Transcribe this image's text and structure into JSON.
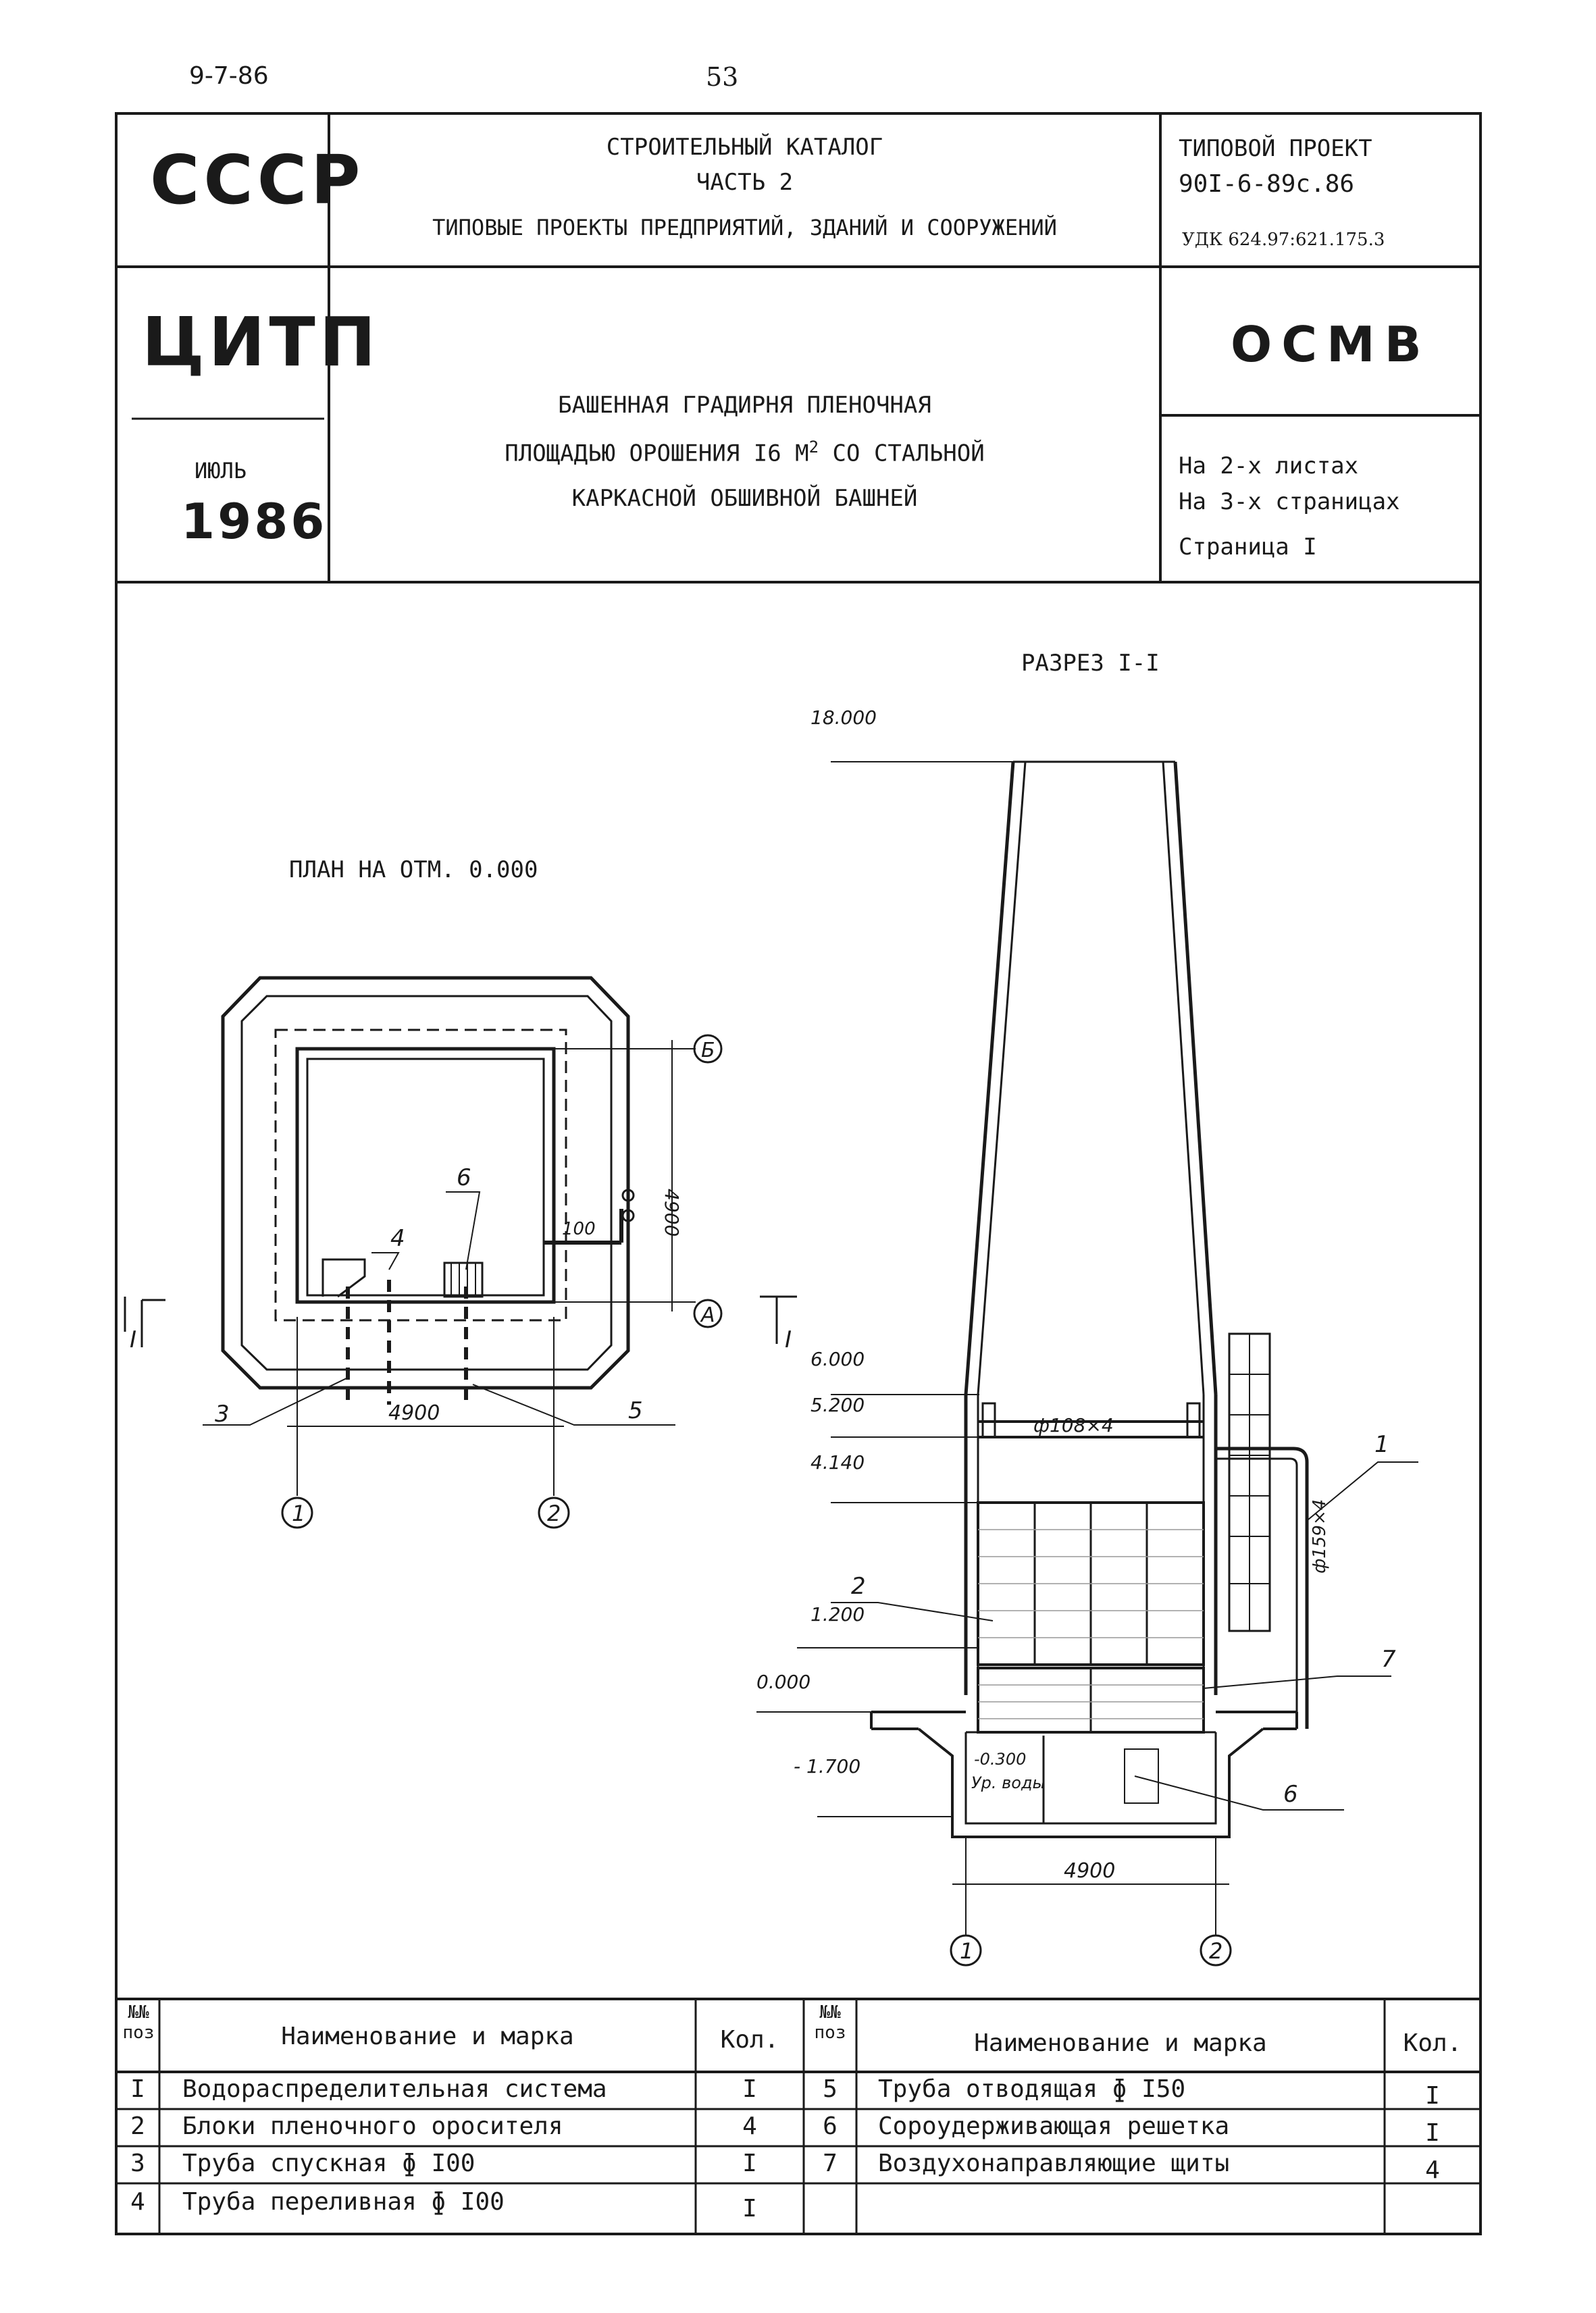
{
  "page": {
    "date": "9-7-86",
    "number": "53"
  },
  "header": {
    "org1": "СССР",
    "org2": "ЦИТП",
    "month": "ИЮЛЬ",
    "year": "1986",
    "catalog_line1": "СТРОИТЕЛЬНЫЙ КАТАЛОГ",
    "catalog_line2": "ЧАСТЬ 2",
    "catalog_line3": "ТИПОВЫЕ ПРОЕКТЫ ПРЕДПРИЯТИЙ, ЗДАНИЙ И СООРУЖЕНИЙ",
    "project_label": "ТИПОВОЙ ПРОЕКТ",
    "project_code": "90I-6-89с.86",
    "udk": "УДК 624.97:621.175.3",
    "code": "ОСМВ",
    "title_line1": "БАШЕННАЯ ГРАДИРНЯ ПЛЕНОЧНАЯ",
    "title_line2_pre": "ПЛОЩАДЬЮ ОРОШЕНИЯ I6 М",
    "title_line2_sup": "2",
    "title_line2_post": " СО СТАЛЬНОЙ",
    "title_line3": "КАРКАСНОЙ ОБШИВНОЙ БАШНЕЙ",
    "sheets": "На 2-х листах",
    "pages": "На 3-х страницах",
    "page_label": "Страница I"
  },
  "drawing": {
    "plan_title": "ПЛАН НА ОТМ. 0.000",
    "section_title": "РАЗРЕЗ I-I",
    "plan_labels": {
      "axisA": "А",
      "axisB": "Б",
      "axis1": "1",
      "axis2": "2",
      "dim_h": "4900",
      "dim_v": "4900",
      "dim_100": "100",
      "cut_left": "I",
      "cut_right": "I",
      "pos3": "3",
      "pos4": "4",
      "pos5": "5",
      "pos6": "6"
    },
    "section_labels": {
      "lvl_18": "18.000",
      "lvl_6": "6.000",
      "lvl_52": "5.200",
      "lvl_414": "4.140",
      "lvl_12": "1.200",
      "lvl_0": "0.000",
      "lvl_m17": "- 1.700",
      "lvl_m03": "-0.300",
      "water": "Ур. воды",
      "pipe_108": "ф108×4",
      "pipe_159": "ф159×4",
      "dim_4900": "4900",
      "axis1": "1",
      "axis2": "2",
      "pos1": "1",
      "pos2": "2",
      "pos6": "6",
      "pos7": "7"
    }
  },
  "spec": {
    "headers": {
      "pos": "№№ поз",
      "name": "Наименование и марка",
      "qty": "Кол."
    },
    "left": [
      {
        "pos": "I",
        "name": "Водораспределительная система",
        "qty": "I"
      },
      {
        "pos": "2",
        "name": "Блоки пленочного оросителя",
        "qty": "4"
      },
      {
        "pos": "3",
        "name": "Труба спускная ɸ I00",
        "qty": "I"
      },
      {
        "pos": "4",
        "name": "Труба переливная ɸ I00",
        "qty": "I"
      }
    ],
    "right": [
      {
        "pos": "5",
        "name": "Труба отводящая ɸ I50",
        "qty": "I"
      },
      {
        "pos": "6",
        "name": "Сороудерживающая решетка",
        "qty": "I"
      },
      {
        "pos": "7",
        "name": "Воздухонаправляющие щиты",
        "qty": "4"
      }
    ]
  }
}
